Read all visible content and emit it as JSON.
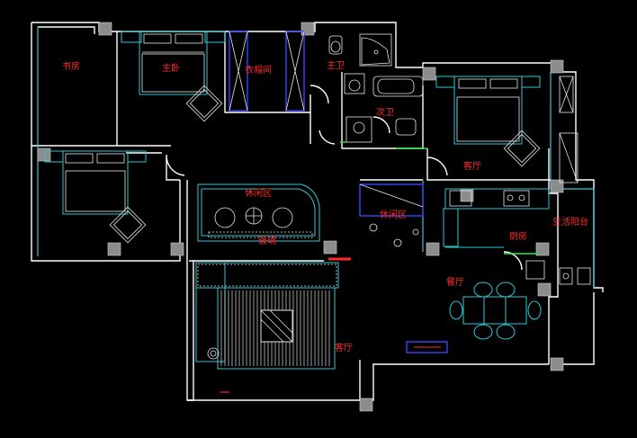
{
  "rooms": {
    "study": "书房",
    "master_bedroom": "主卧",
    "walk_in_closet": "衣帽间",
    "master_bath": "主卫",
    "second_bath": "次卫",
    "living_upper": "客厅",
    "leisure_left": "休闲区",
    "glass": "玻璃",
    "leisure_mid": "休闲区",
    "kitchen": "厨房",
    "utility_balcony": "生活阳台",
    "dining": "餐厅",
    "living_lower": "客厅"
  },
  "colors": {
    "background": "#000000",
    "wall": "#ffffff",
    "furniture": "#2ec9d6",
    "wardrobe": "#3a44ff",
    "label": "#ff2a2a",
    "column": "#8c8c8c"
  }
}
